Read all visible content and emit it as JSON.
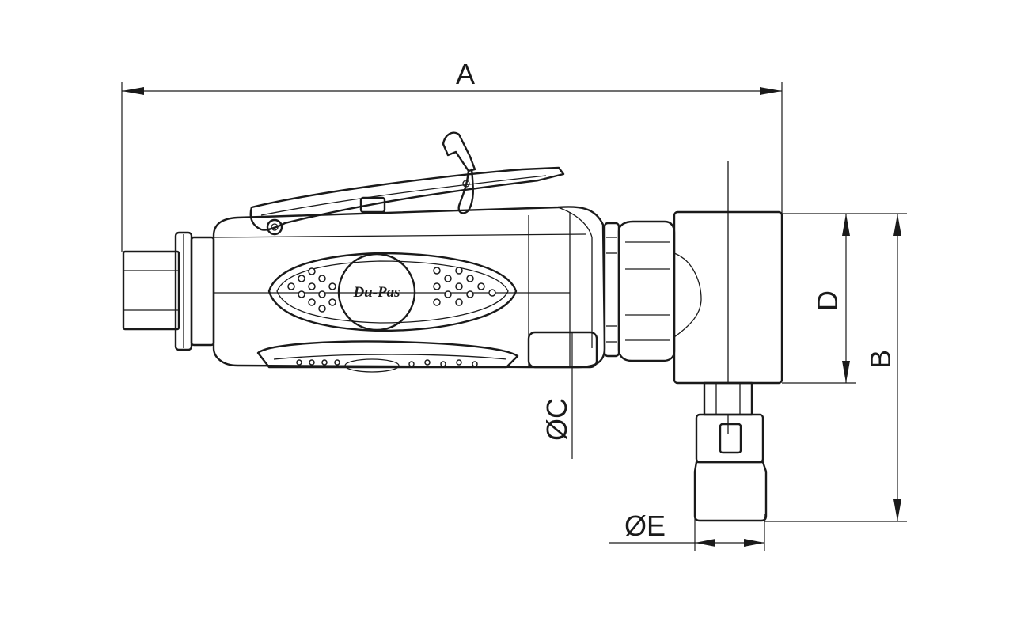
{
  "drawing": {
    "dimension_labels": {
      "overall_length": "A",
      "overall_height": "B",
      "body_diameter": "ØC",
      "head_height": "D",
      "collet_diameter": "ØE"
    },
    "brand_logo": "Du-Pas"
  }
}
